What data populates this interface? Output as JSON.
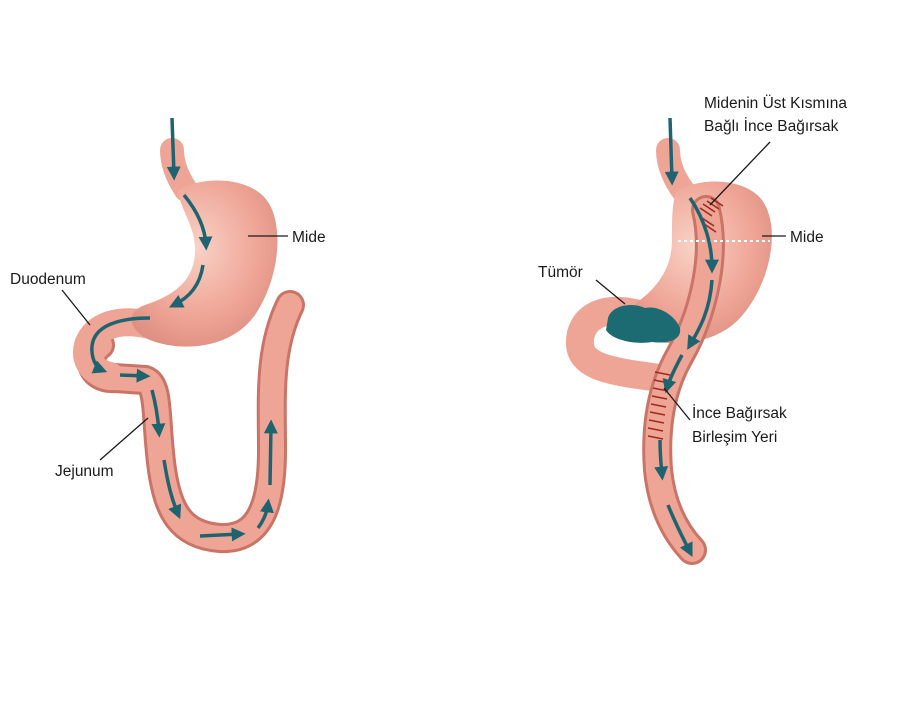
{
  "colors": {
    "tissue": "#EFA596",
    "tissue_light": "#F8D2C6",
    "tissue_dark": "#C97466",
    "flow_arrow": "#1E6470",
    "tumor": "#1C6B72",
    "suture": "#9E2A1E",
    "leader_line": "#1a1a1a"
  },
  "left_panel": {
    "labels": {
      "stomach": "Mide",
      "duodenum": "Duodenum",
      "jejunum": "Jejunum"
    }
  },
  "right_panel": {
    "labels": {
      "bypass_line1": "Midenin Üst Kısmına",
      "bypass_line2": "Bağlı İnce Bağırsak",
      "stomach": "Mide",
      "tumor": "Tümör",
      "junction_line1": "İnce Bağırsak",
      "junction_line2": "Birleşim Yeri"
    }
  }
}
